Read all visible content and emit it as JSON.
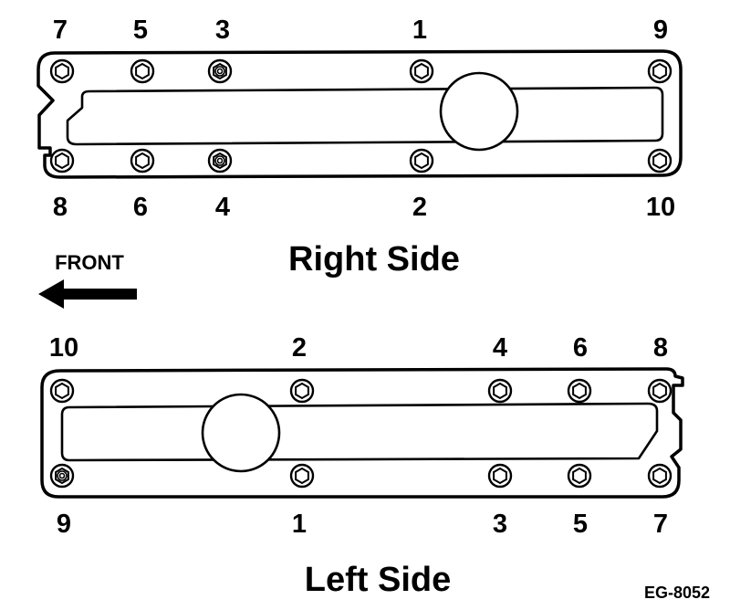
{
  "right_side": {
    "title": "Right Side",
    "bolts": [
      {
        "label": "7",
        "row": "top",
        "pos": 0,
        "stud": false
      },
      {
        "label": "5",
        "row": "top",
        "pos": 1,
        "stud": false
      },
      {
        "label": "3",
        "row": "top",
        "pos": 2,
        "stud": true
      },
      {
        "label": "1",
        "row": "top",
        "pos": 3,
        "stud": false
      },
      {
        "label": "9",
        "row": "top",
        "pos": 4,
        "stud": false
      },
      {
        "label": "8",
        "row": "bottom",
        "pos": 0,
        "stud": false
      },
      {
        "label": "6",
        "row": "bottom",
        "pos": 1,
        "stud": false
      },
      {
        "label": "4",
        "row": "bottom",
        "pos": 2,
        "stud": true
      },
      {
        "label": "2",
        "row": "bottom",
        "pos": 3,
        "stud": false
      },
      {
        "label": "10",
        "row": "bottom",
        "pos": 4,
        "stud": false
      }
    ]
  },
  "left_side": {
    "title": "Left Side",
    "bolts": [
      {
        "label": "10",
        "row": "top",
        "pos": 0,
        "stud": false
      },
      {
        "label": "2",
        "row": "top",
        "pos": 1,
        "stud": false
      },
      {
        "label": "4",
        "row": "top",
        "pos": 2,
        "stud": false
      },
      {
        "label": "6",
        "row": "top",
        "pos": 3,
        "stud": false
      },
      {
        "label": "8",
        "row": "top",
        "pos": 4,
        "stud": false
      },
      {
        "label": "9",
        "row": "bottom",
        "pos": 0,
        "stud": true
      },
      {
        "label": "1",
        "row": "bottom",
        "pos": 1,
        "stud": false
      },
      {
        "label": "3",
        "row": "bottom",
        "pos": 2,
        "stud": false
      },
      {
        "label": "5",
        "row": "bottom",
        "pos": 3,
        "stud": false
      },
      {
        "label": "7",
        "row": "bottom",
        "pos": 4,
        "stud": false
      }
    ]
  },
  "front_label": "FRONT",
  "direction": "left",
  "figure_code": "EG-8052"
}
